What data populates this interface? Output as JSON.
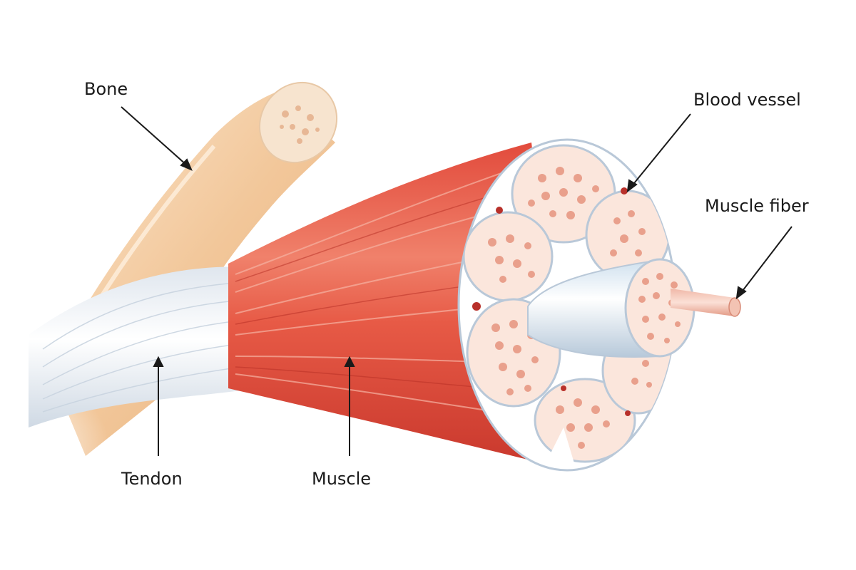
{
  "labels": {
    "bone": "Bone",
    "blood_vessel": "Blood vessel",
    "muscle_fiber": "Muscle fiber",
    "tendon": "Tendon",
    "muscle": "Muscle"
  },
  "colors": {
    "bone": "#f2c79a",
    "bone_highlight": "#fbe7cf",
    "tendon": "#f4f1ee",
    "tendon_shadow": "#d9e1ea",
    "muscle": "#e24b3c",
    "muscle_dark": "#c8372c",
    "muscle_light": "#f39a87",
    "fascicle_fill": "#fbe6dc",
    "fiber_dot": "#e9a08c",
    "sheath": "#ffffff",
    "sheath_outline": "#b9c8d8",
    "vessel": "#b8302a",
    "leader": "#1a1a1a"
  }
}
